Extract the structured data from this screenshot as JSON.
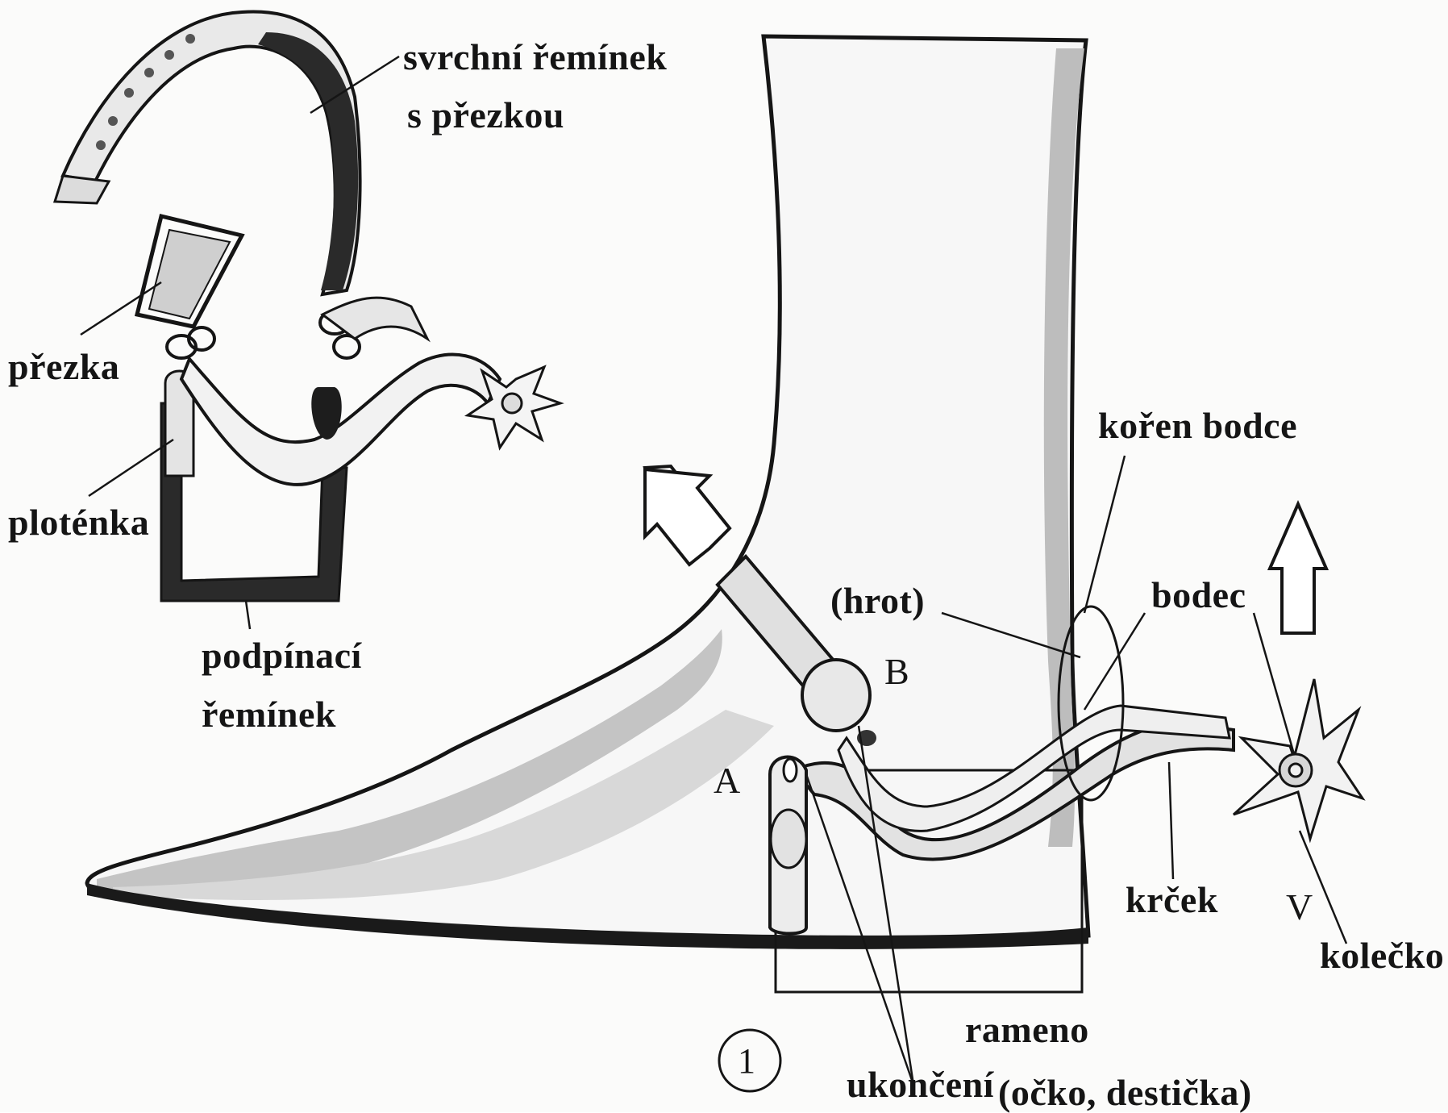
{
  "labels": {
    "svrchni_reminek_line1": "svrchní řemínek",
    "svrchni_reminek_line2": "s přezkou",
    "prezka": "přezka",
    "plotenka": "ploténka",
    "podpinaci_line1": "podpínací",
    "podpinaci_line2": "řemínek",
    "koren_bodce": "kořen bodce",
    "hrot": "(hrot)",
    "bodec": "bodec",
    "letter_b": "B",
    "letter_a": "A",
    "krcek": "krček",
    "letter_v": "V",
    "kolecko": "kolečko",
    "rameno": "rameno",
    "ukonceni": "ukončení",
    "ocko_desticka": "(očko, destička)",
    "figure_number": "1"
  },
  "colors": {
    "ink": "#151515",
    "shade": "#bdbdbd",
    "paper": "#fbfbfa"
  },
  "icons": [
    "arrow-up-left-icon",
    "arrow-up-icon",
    "circled-number-icon"
  ]
}
